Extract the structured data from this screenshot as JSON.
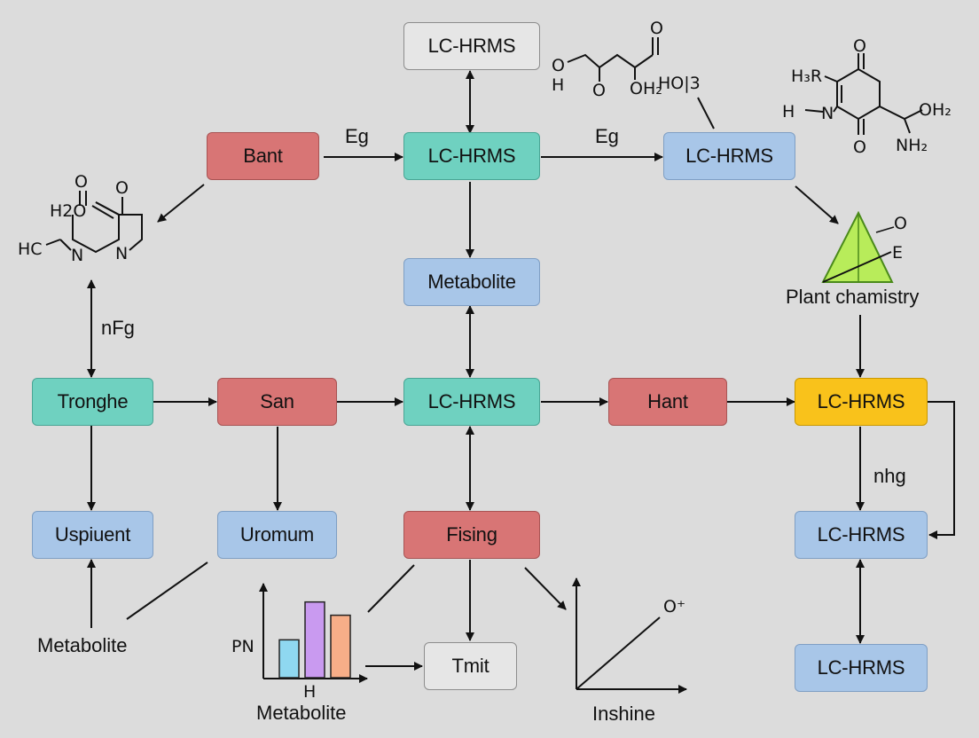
{
  "nodes": {
    "lc_hrms_top": "LC-HRMS",
    "bant": "Bant",
    "lc_hrms_center": "LC-HRMS",
    "lc_hrms_right_top": "LC-HRMS",
    "metabolite_center": "Metabolite",
    "tronghe": "Tronghe",
    "san": "San",
    "lc_hrms_mid": "LC-HRMS",
    "hant": "Hant",
    "lc_hrms_yellow": "LC-HRMS",
    "uspiuent": "Uspiuent",
    "uromum": "Uromum",
    "fising": "Fising",
    "lc_hrms_right_mid": "LC-HRMS",
    "tmit": "Tmit",
    "lc_hrms_right_bottom": "LC-HRMS"
  },
  "edge_labels": {
    "eg_left": "Eg",
    "eg_right": "Eg",
    "nfg": "nFg",
    "nhg": "nhg"
  },
  "labels": {
    "plant_chemistry": "Plant chamistry",
    "metabolite_left": "Metabolite",
    "metabolite_bottom": "Metabolite",
    "inshine": "Inshine",
    "bar_y_label": "PN",
    "bar_x_label": "H",
    "line_label": "O⁺",
    "triangle_o": "O",
    "triangle_e": "E"
  },
  "bar_chart": {
    "values": [
      2,
      4,
      3.3
    ],
    "max": 4.5,
    "colors": [
      "#8fd8f0",
      "#c99af0",
      "#f7ae88"
    ]
  },
  "chem_left": {
    "o1": "O",
    "o2": "O",
    "h2o": "H2O",
    "hc": "HC",
    "n1": "N",
    "n2": "N"
  },
  "chem_top": {
    "o_top": "O",
    "oh": "O",
    "h": "H",
    "o_mid": "O",
    "oh2": "OH₂",
    "ho3": "HO|3"
  },
  "chem_right": {
    "h3r": "H₃R",
    "o_top": "O",
    "h": "H",
    "n": "N",
    "oh2": "OH₂",
    "o_bottom": "O",
    "nh2": "NH₂"
  }
}
